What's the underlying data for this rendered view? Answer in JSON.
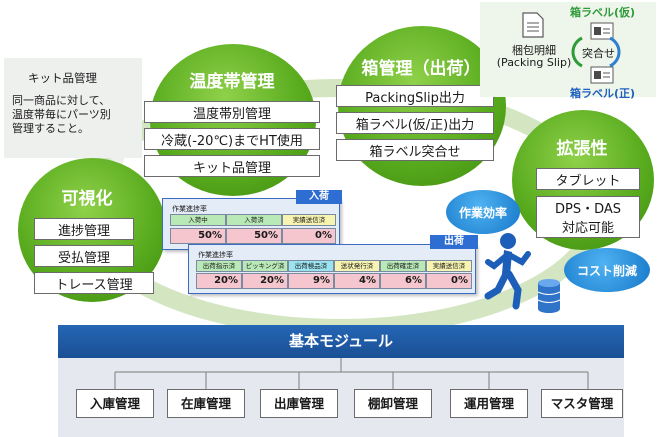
{
  "callout": {
    "title": "キット品管理",
    "lines": [
      "同一商品に対して、",
      "温度帯毎にパーツ別",
      "管理すること。"
    ]
  },
  "visibility": {
    "title": "可視化",
    "items": [
      "進捗管理",
      "受払管理",
      "トレース管理"
    ]
  },
  "temperature": {
    "title": "温度帯管理",
    "items": [
      "温度帯別管理",
      "冷蔵(-20℃)までHT使用",
      "キット品管理"
    ]
  },
  "box": {
    "title": "箱管理（出荷）",
    "items": [
      "PackingSlip出力",
      "箱ラベル(仮/正)出力",
      "箱ラベル突合せ"
    ]
  },
  "box_panel": {
    "label_tentative": "箱ラベル(仮)",
    "label_final": "箱ラベル(正)",
    "packing_line1": "梱包明細",
    "packing_line2": "(Packing Slip)",
    "match": "突合せ"
  },
  "extension": {
    "title": "拡張性",
    "items": [
      "タブレット",
      "DPS・DAS",
      "対応可能"
    ]
  },
  "inbound_window": {
    "tab": "入荷",
    "title": "作業進捗率",
    "headers": [
      "入荷中",
      "入荷済",
      "実績送信済"
    ],
    "values": [
      "50%",
      "50%",
      "0%"
    ]
  },
  "outbound_window": {
    "tab": "出荷",
    "title": "作業進捗率",
    "headers": [
      "出荷指示済",
      "ピッキング済",
      "出荷検品済",
      "送状発行済",
      "出荷確定済",
      "実績送信済"
    ],
    "values": [
      "20%",
      "20%",
      "9%",
      "4%",
      "6%",
      "0%"
    ]
  },
  "badges": {
    "efficiency": "作業効率",
    "cost": "コスト削減"
  },
  "base": {
    "title": "基本モジュール",
    "modules": [
      "入庫管理",
      "在庫管理",
      "出庫管理",
      "棚卸管理",
      "運用管理",
      "マスタ管理"
    ]
  },
  "colors": {
    "green": "#56a91c",
    "blue": "#1a4f94",
    "cyan_badge": "#1577c8",
    "tab_blue": "#2e6dd1",
    "value_pink": "#f6c6cf",
    "label_green": "#2e9a3a",
    "label_blue": "#1f5fbf"
  },
  "icons": [
    "document-icon",
    "label-icon",
    "runner-figure",
    "database-cylinder-icon",
    "swap-arrows-icon"
  ]
}
